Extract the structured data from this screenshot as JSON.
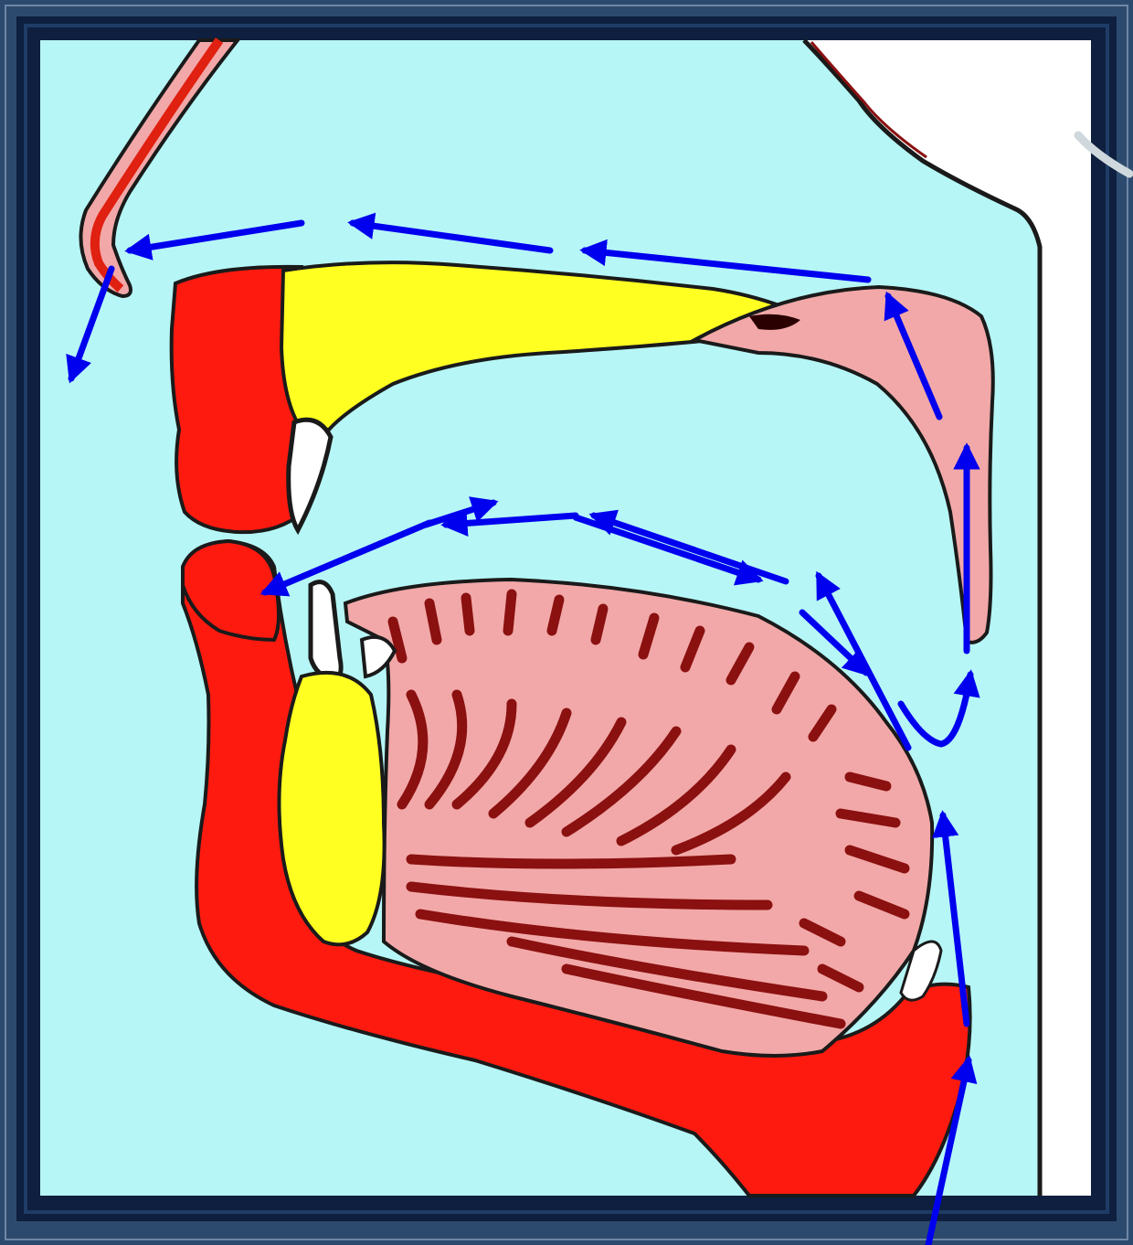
{
  "diagram": {
    "subject": "sagittal-section-vocal-tract-airflow",
    "colors": {
      "frame_outer": "#2c4a6e",
      "frame_inner": "#0e1f3f",
      "background": "#b6f6f6",
      "bone": "#ffff22",
      "soft_tissue": "#f2a8a8",
      "muscle": "#ff1a10",
      "muscle_lines": "#8b1010",
      "tooth": "#ffffff",
      "outline": "#1a1a1a",
      "airflow": "#0000ee"
    },
    "regions": [
      {
        "name": "nose",
        "kind": "soft-tissue"
      },
      {
        "name": "upper-lip",
        "kind": "muscle"
      },
      {
        "name": "lower-lip",
        "kind": "muscle"
      },
      {
        "name": "hard-palate",
        "kind": "bone"
      },
      {
        "name": "soft-palate",
        "kind": "soft-tissue"
      },
      {
        "name": "tongue",
        "kind": "muscle"
      },
      {
        "name": "mandible",
        "kind": "bone"
      },
      {
        "name": "upper-incisor",
        "kind": "tooth"
      },
      {
        "name": "lower-incisor",
        "kind": "tooth"
      },
      {
        "name": "pharynx-wall",
        "kind": "outline"
      },
      {
        "name": "epiglottis",
        "kind": "tooth"
      }
    ],
    "airflow_paths": [
      {
        "name": "airflow-from-larynx",
        "route": "throat-up"
      },
      {
        "name": "airflow-uvula-hook",
        "route": "throat-up"
      },
      {
        "name": "airflow-nasopharynx",
        "route": "nasal"
      },
      {
        "name": "airflow-nasal-cavity",
        "route": "nasal"
      },
      {
        "name": "airflow-out-of-nose",
        "route": "nasal"
      },
      {
        "name": "airflow-back-of-tongue",
        "route": "oral"
      },
      {
        "name": "airflow-over-tongue",
        "route": "oral"
      },
      {
        "name": "airflow-to-lips",
        "route": "oral"
      }
    ]
  }
}
